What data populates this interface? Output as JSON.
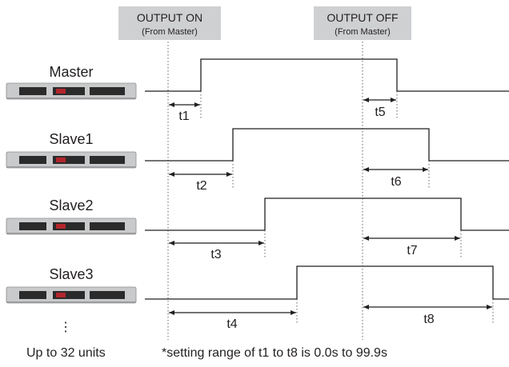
{
  "events": [
    {
      "title": "OUTPUT ON",
      "subtitle": "(From Master)"
    },
    {
      "title": "OUTPUT OFF",
      "subtitle": "(From Master)"
    }
  ],
  "devices": [
    {
      "name": "Master",
      "on_label": "t1",
      "off_label": "t5"
    },
    {
      "name": "Slave1",
      "on_label": "t2",
      "off_label": "t6"
    },
    {
      "name": "Slave2",
      "on_label": "t3",
      "off_label": "t7"
    },
    {
      "name": "Slave3",
      "on_label": "t4",
      "off_label": "t8"
    }
  ],
  "continuation": "⋮",
  "footer": {
    "units": "Up to 32 units",
    "note": "*setting  range of t1 to t8 is 0.0s to 99.9s"
  },
  "colors": {
    "event_box": "#cfd0d2",
    "line": "#231f20",
    "device_body": "#c9cacb"
  }
}
